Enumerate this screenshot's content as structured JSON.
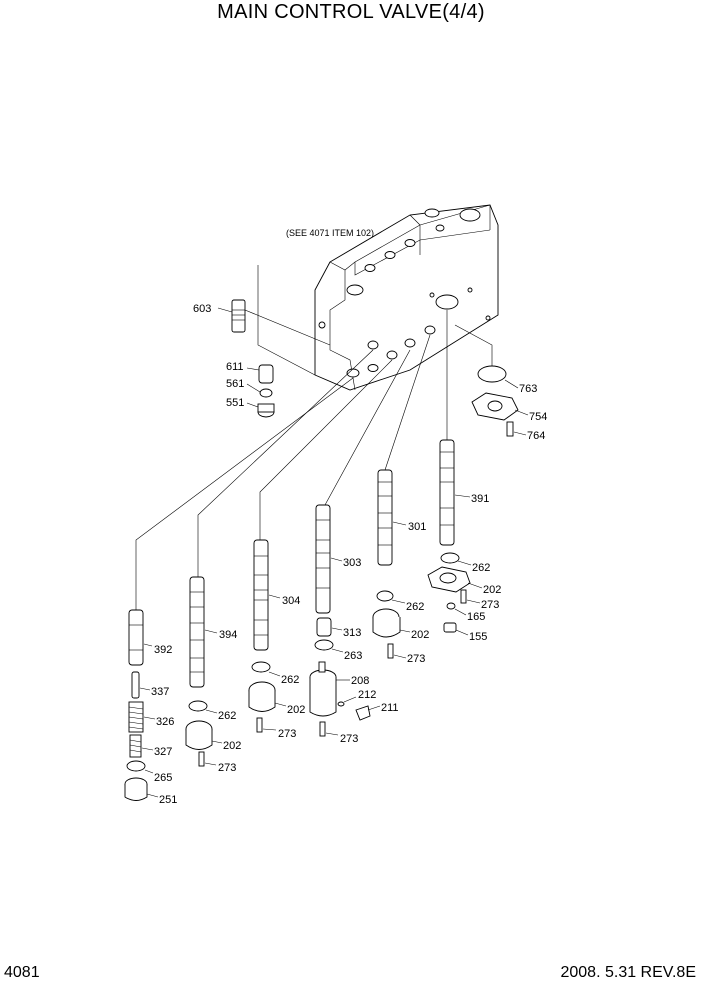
{
  "title": "MAIN CONTROL VALVE(4/4)",
  "page_number": "4081",
  "footer": "2008. 5.31  REV.8E",
  "note": "(SEE 4071 ITEM 102)",
  "labels": {
    "p603": "603",
    "p611": "611",
    "p561": "561",
    "p551": "551",
    "p763": "763",
    "p754": "754",
    "p764": "764",
    "p391": "391",
    "p301": "301",
    "p303": "303",
    "p304": "304",
    "p394": "394",
    "p392": "392",
    "p337": "337",
    "p326": "326",
    "p327": "327",
    "p265": "265",
    "p251": "251",
    "p262a": "262",
    "p262b": "262",
    "p262c": "262",
    "p262d": "262",
    "p202a": "202",
    "p202b": "202",
    "p202c": "202",
    "p202d": "202",
    "p273a": "273",
    "p273b": "273",
    "p273c": "273",
    "p273d": "273",
    "p273e": "273",
    "p313": "313",
    "p263": "263",
    "p208": "208",
    "p212": "212",
    "p211": "211",
    "p165": "165",
    "p155": "155"
  }
}
